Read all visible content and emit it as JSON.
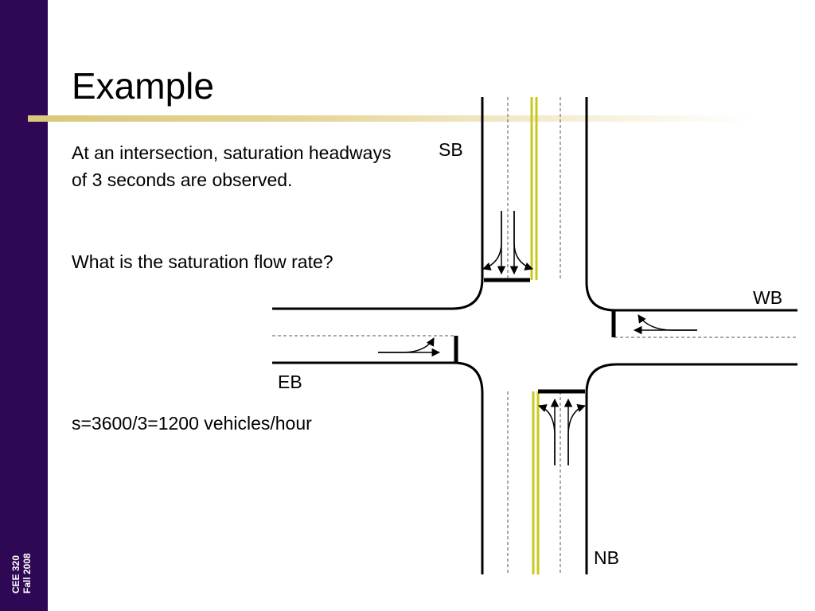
{
  "sidebar": {
    "color": "#2e0854",
    "course_line1": "CEE 320",
    "course_line2": "Fall  2008"
  },
  "slide": {
    "title": "Example",
    "problem": "At an intersection, saturation headways of 3 seconds are observed.",
    "question": "What is the saturation flow rate?",
    "answer": "s=3600/3=1200 vehicles/hour"
  },
  "intersection": {
    "approaches": {
      "southbound": "SB",
      "westbound": "WB",
      "eastbound": "EB",
      "northbound": "NB"
    },
    "colors": {
      "road_edge": "#000000",
      "centerline": "#c8c81e",
      "lane_line": "#555555"
    }
  }
}
